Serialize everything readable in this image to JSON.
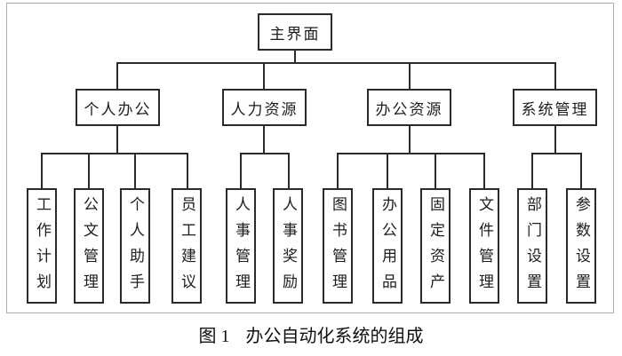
{
  "figure": {
    "root": {
      "label": "主界面"
    },
    "branches": [
      {
        "label": "个人办公",
        "children": [
          "工作计划",
          "公文管理",
          "个人助手",
          "员工建议"
        ]
      },
      {
        "label": "人力资源",
        "children": [
          "人事管理",
          "人事奖励"
        ]
      },
      {
        "label": "办公资源",
        "children": [
          "图书管理",
          "办公用品",
          "固定资产",
          "文件管理"
        ]
      },
      {
        "label": "系统管理",
        "children": [
          "部门设置",
          "参数设置"
        ]
      }
    ],
    "caption": {
      "prefix": "图 1",
      "text": "办公自动化系统的组成"
    },
    "colors": {
      "line": "#2b2b2b",
      "frame": "#adadad",
      "background": "#ffffff"
    }
  }
}
